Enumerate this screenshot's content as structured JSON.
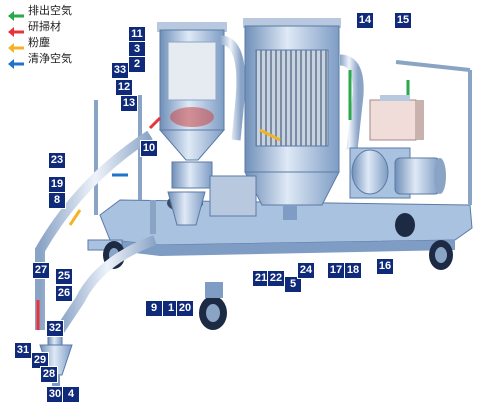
{
  "legend": [
    {
      "label": "排出空気",
      "color": "#2aa84a"
    },
    {
      "label": "研掃材",
      "color": "#e8333a"
    },
    {
      "label": "粉塵",
      "color": "#f2b427"
    },
    {
      "label": "清浄空気",
      "color": "#1f73c9"
    }
  ],
  "callouts": [
    "11",
    "3",
    "2",
    "33",
    "12",
    "13",
    "10",
    "23",
    "19",
    "8",
    "14",
    "15",
    "27",
    "25",
    "26",
    "32",
    "31",
    "29",
    "28",
    "30",
    "4",
    "9",
    "1",
    "20",
    "21",
    "22",
    "5",
    "24",
    "17",
    "18",
    "16"
  ]
}
